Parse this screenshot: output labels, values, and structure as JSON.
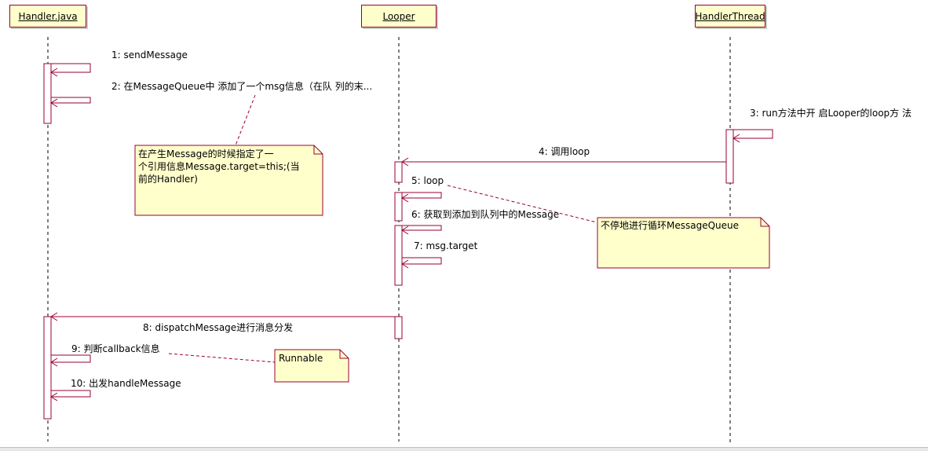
{
  "lifelines": [
    {
      "id": "handler",
      "label": "Handler.java"
    },
    {
      "id": "looper",
      "label": "Looper"
    },
    {
      "id": "thread",
      "label": "HandlerThread"
    }
  ],
  "messages": [
    {
      "label": "1: sendMessage"
    },
    {
      "label": "2: 在MessageQueue中 添加了一个msg信息（在队 列的末..."
    },
    {
      "label": "3: run方法中开 启Looper的loop方 法"
    },
    {
      "label": "4: 调用loop"
    },
    {
      "label": "5: loop"
    },
    {
      "label": "6: 获取到添加到队列中的Message"
    },
    {
      "label": "7: msg.target"
    },
    {
      "label": "8: dispatchMessage进行消息分发"
    },
    {
      "label": "9: 判断callback信息"
    },
    {
      "label": "10: 出发handleMessage"
    }
  ],
  "notes": [
    {
      "text": "在产生Message的时候指定了一\n个引用信息Message.target=this;(当\n前的Handler)"
    },
    {
      "text": "不停地进行循环MessageQueue"
    },
    {
      "text": "Runnable"
    }
  ],
  "colors": {
    "line": "#990033",
    "note_fill": "#ffffcc",
    "activation_fill": "#ffffff"
  }
}
